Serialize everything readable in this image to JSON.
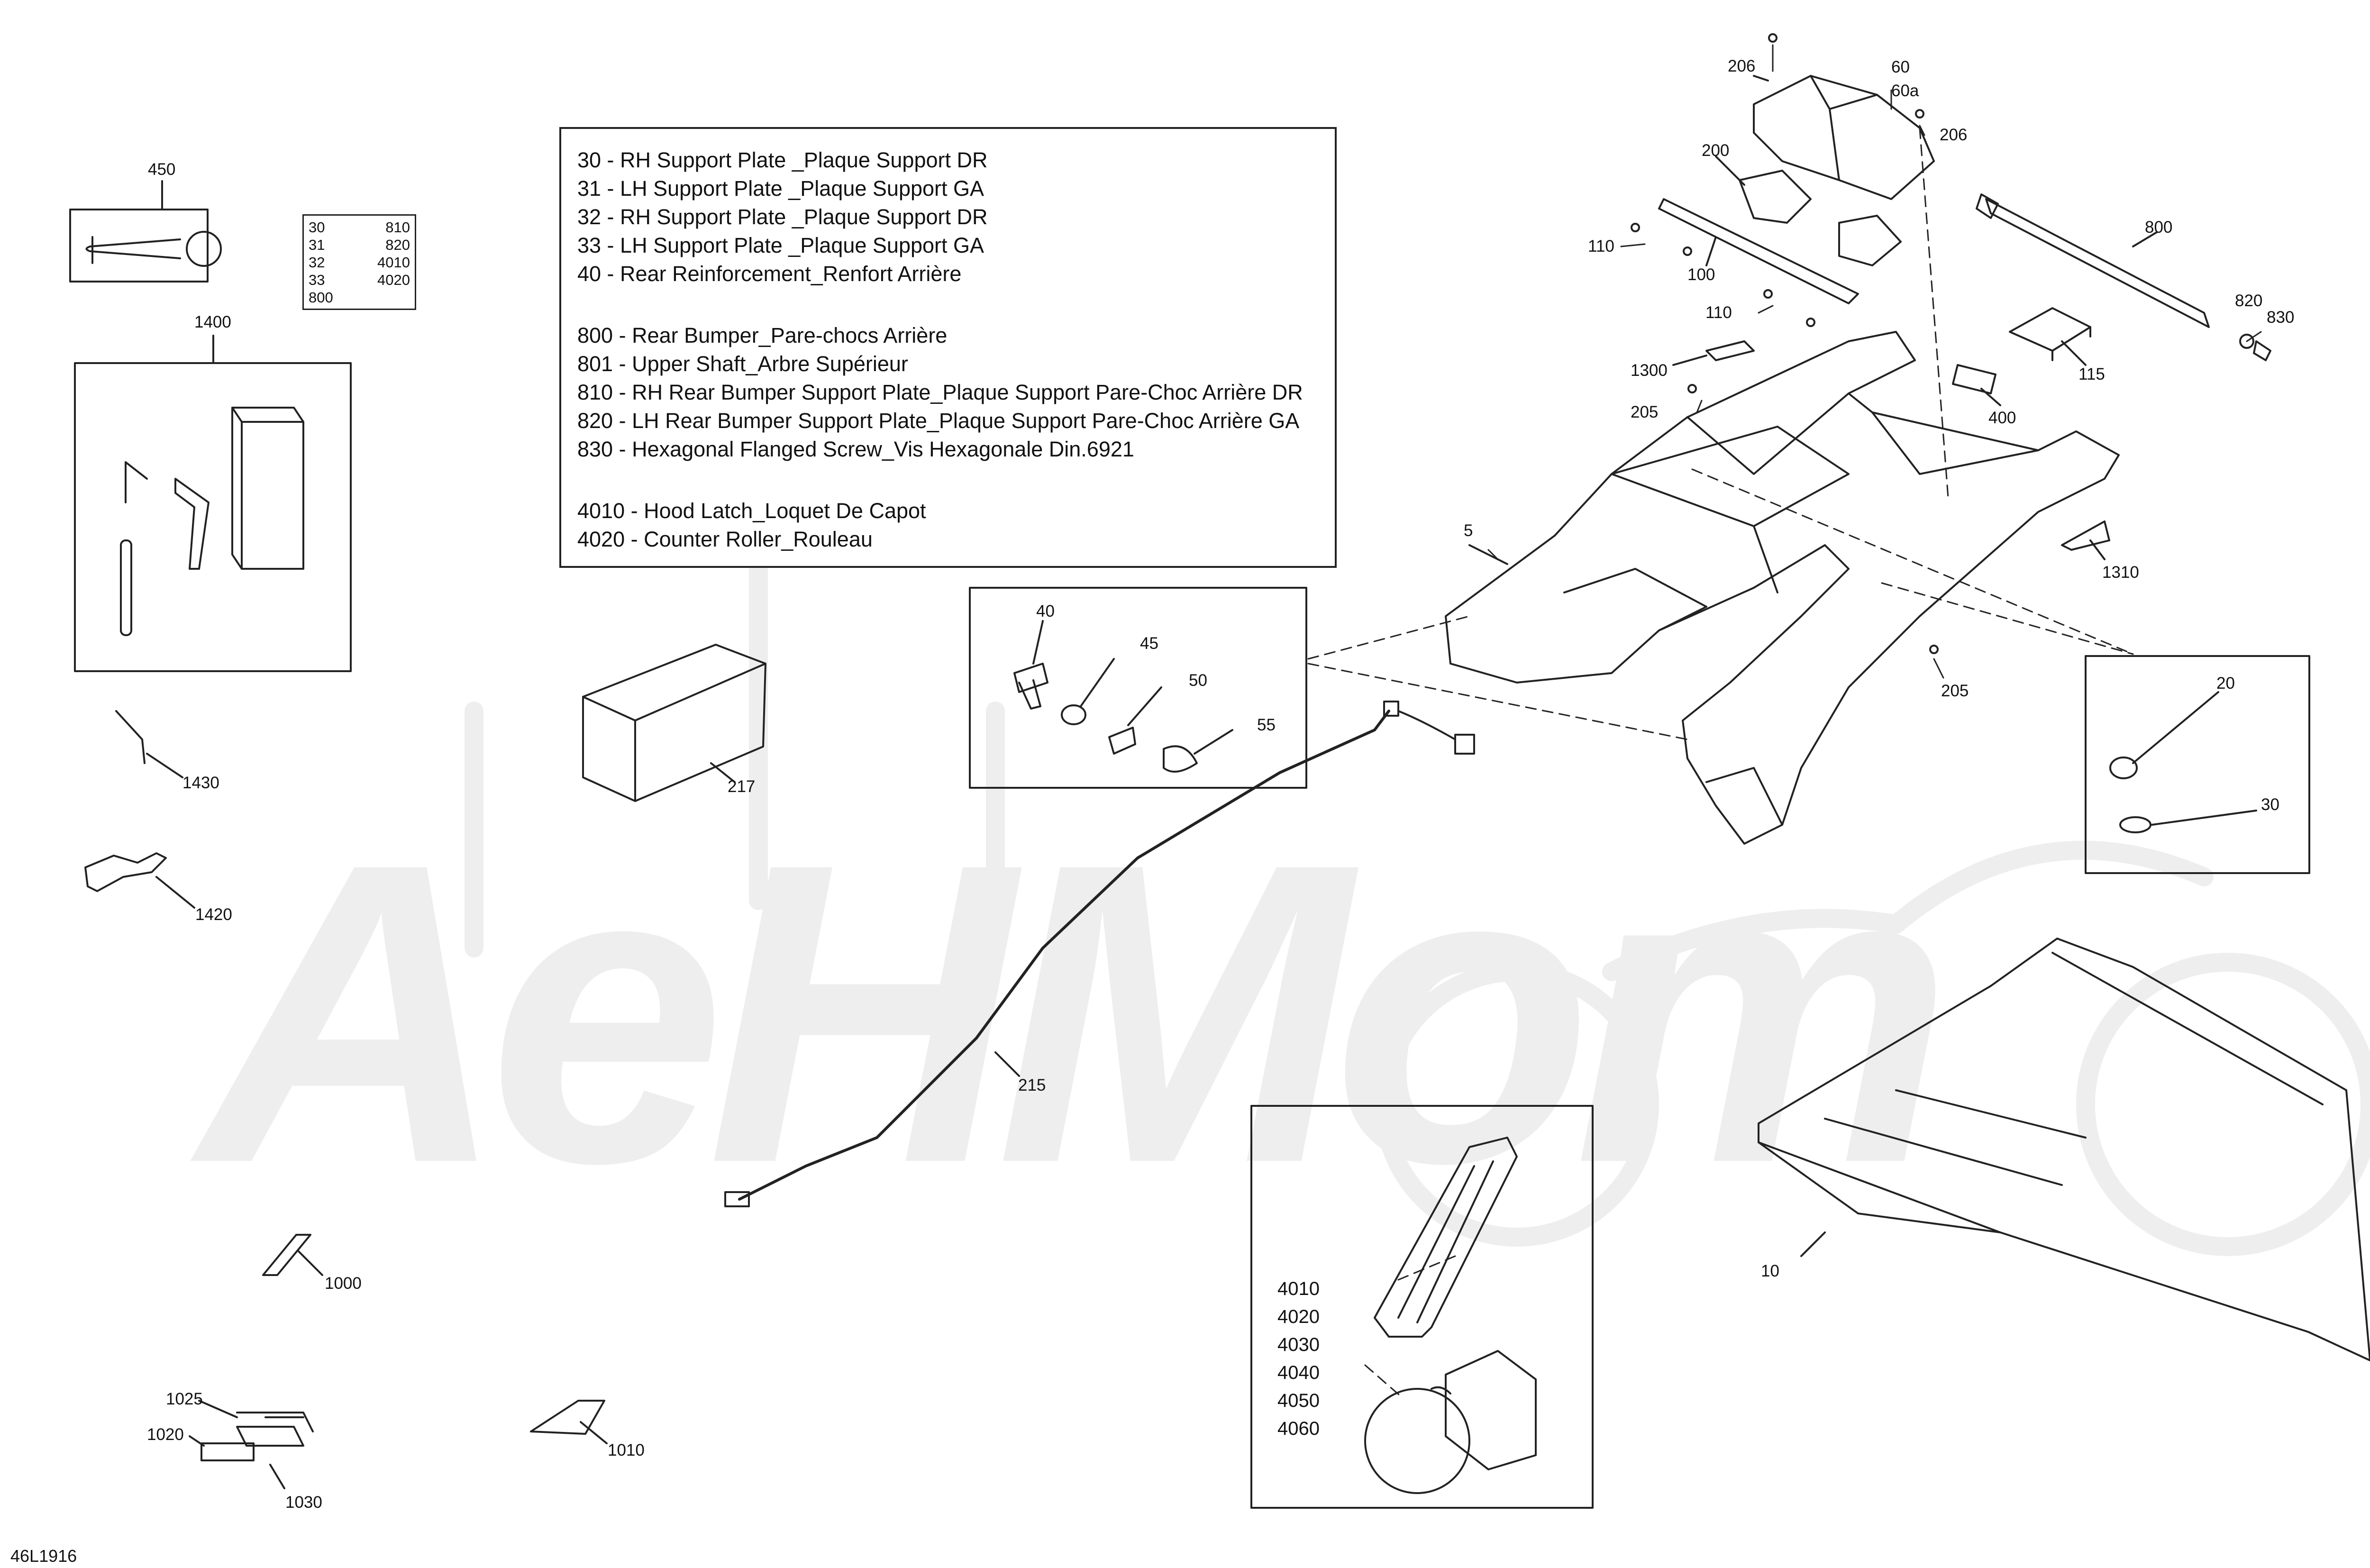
{
  "drawing_id": "46L1916",
  "watermark_text": "AeHMom",
  "legend": {
    "group1": [
      "30 - RH Support Plate _Plaque Support DR",
      "31 - LH Support Plate _Plaque Support GA",
      "32 - RH Support Plate _Plaque Support DR",
      "33 - LH Support Plate _Plaque Support GA",
      "40 - Rear Reinforcement_Renfort Arrière"
    ],
    "group2": [
      "800 - Rear Bumper_Pare-chocs Arrière",
      "801 - Upper Shaft_Arbre Supérieur",
      "810 - RH Rear Bumper Support Plate_Plaque Support Pare-Choc Arrière DR",
      "820 - LH Rear Bumper Support Plate_Plaque Support Pare-Choc Arrière GA",
      "830 - Hexagonal Flanged Screw_Vis Hexagonale Din.6921"
    ],
    "group3": [
      "4010 - Hood Latch_Loquet De Capot",
      "4020 - Counter Roller_Rouleau"
    ]
  },
  "mini_table": {
    "rows": [
      [
        "30",
        "810"
      ],
      [
        "31",
        "820"
      ],
      [
        "32",
        "4010"
      ],
      [
        "33",
        "4020"
      ],
      [
        "800",
        ""
      ]
    ]
  },
  "kit_list": [
    "4010",
    "4020",
    "4030",
    "4040",
    "4050",
    "4060"
  ],
  "callouts": {
    "c450": "450",
    "c1400": "1400",
    "c1430": "1430",
    "c1420": "1420",
    "c1000": "1000",
    "c1025": "1025",
    "c1020": "1020",
    "c1030": "1030",
    "c1010": "1010",
    "c217": "217",
    "c215": "215",
    "c40": "40",
    "c45": "45",
    "c50": "50",
    "c55": "55",
    "c206a": "206",
    "c60": "60",
    "c60a": "60a",
    "c206b": "206",
    "c200": "200",
    "c110a": "110",
    "c100": "100",
    "c110b": "110",
    "c1300": "1300",
    "c205a": "205",
    "c5": "5",
    "c800": "800",
    "c820": "820",
    "c830": "830",
    "c115": "115",
    "c400": "400",
    "c1310": "1310",
    "c205b": "205",
    "c20": "20",
    "c30": "30",
    "c10": "10"
  }
}
